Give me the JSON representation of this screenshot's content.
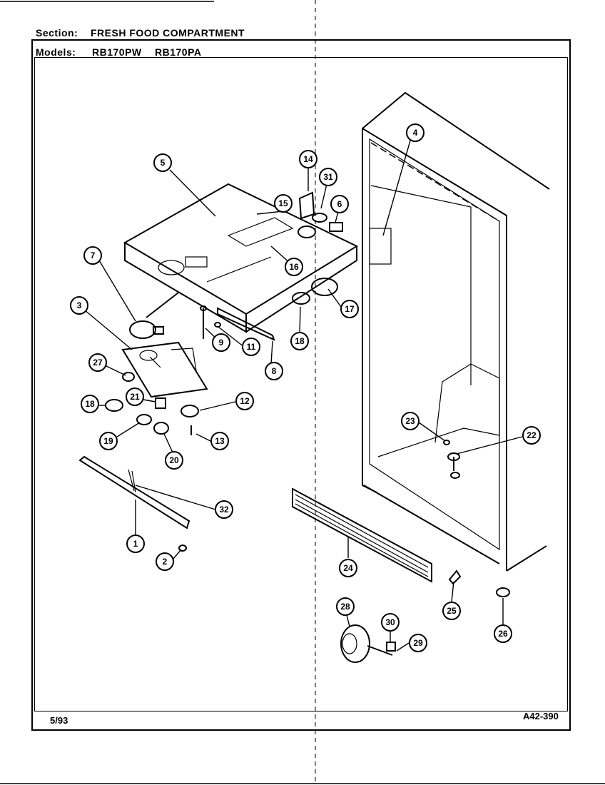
{
  "header": {
    "section_label": "Section:",
    "section_value": "FRESH FOOD COMPARTMENT",
    "models_label": "Models:",
    "models": [
      "RB170PW",
      "RB170PA"
    ]
  },
  "footer": {
    "date_code": "5/93",
    "doc_code": "A42-390"
  },
  "callouts": [
    "1",
    "2",
    "3",
    "4",
    "5",
    "6",
    "7",
    "8",
    "9",
    "11",
    "12",
    "13",
    "14",
    "15",
    "16",
    "17",
    "18",
    "18",
    "19",
    "20",
    "21",
    "22",
    "23",
    "24",
    "25",
    "26",
    "27",
    "28",
    "29",
    "30",
    "31",
    "32"
  ]
}
